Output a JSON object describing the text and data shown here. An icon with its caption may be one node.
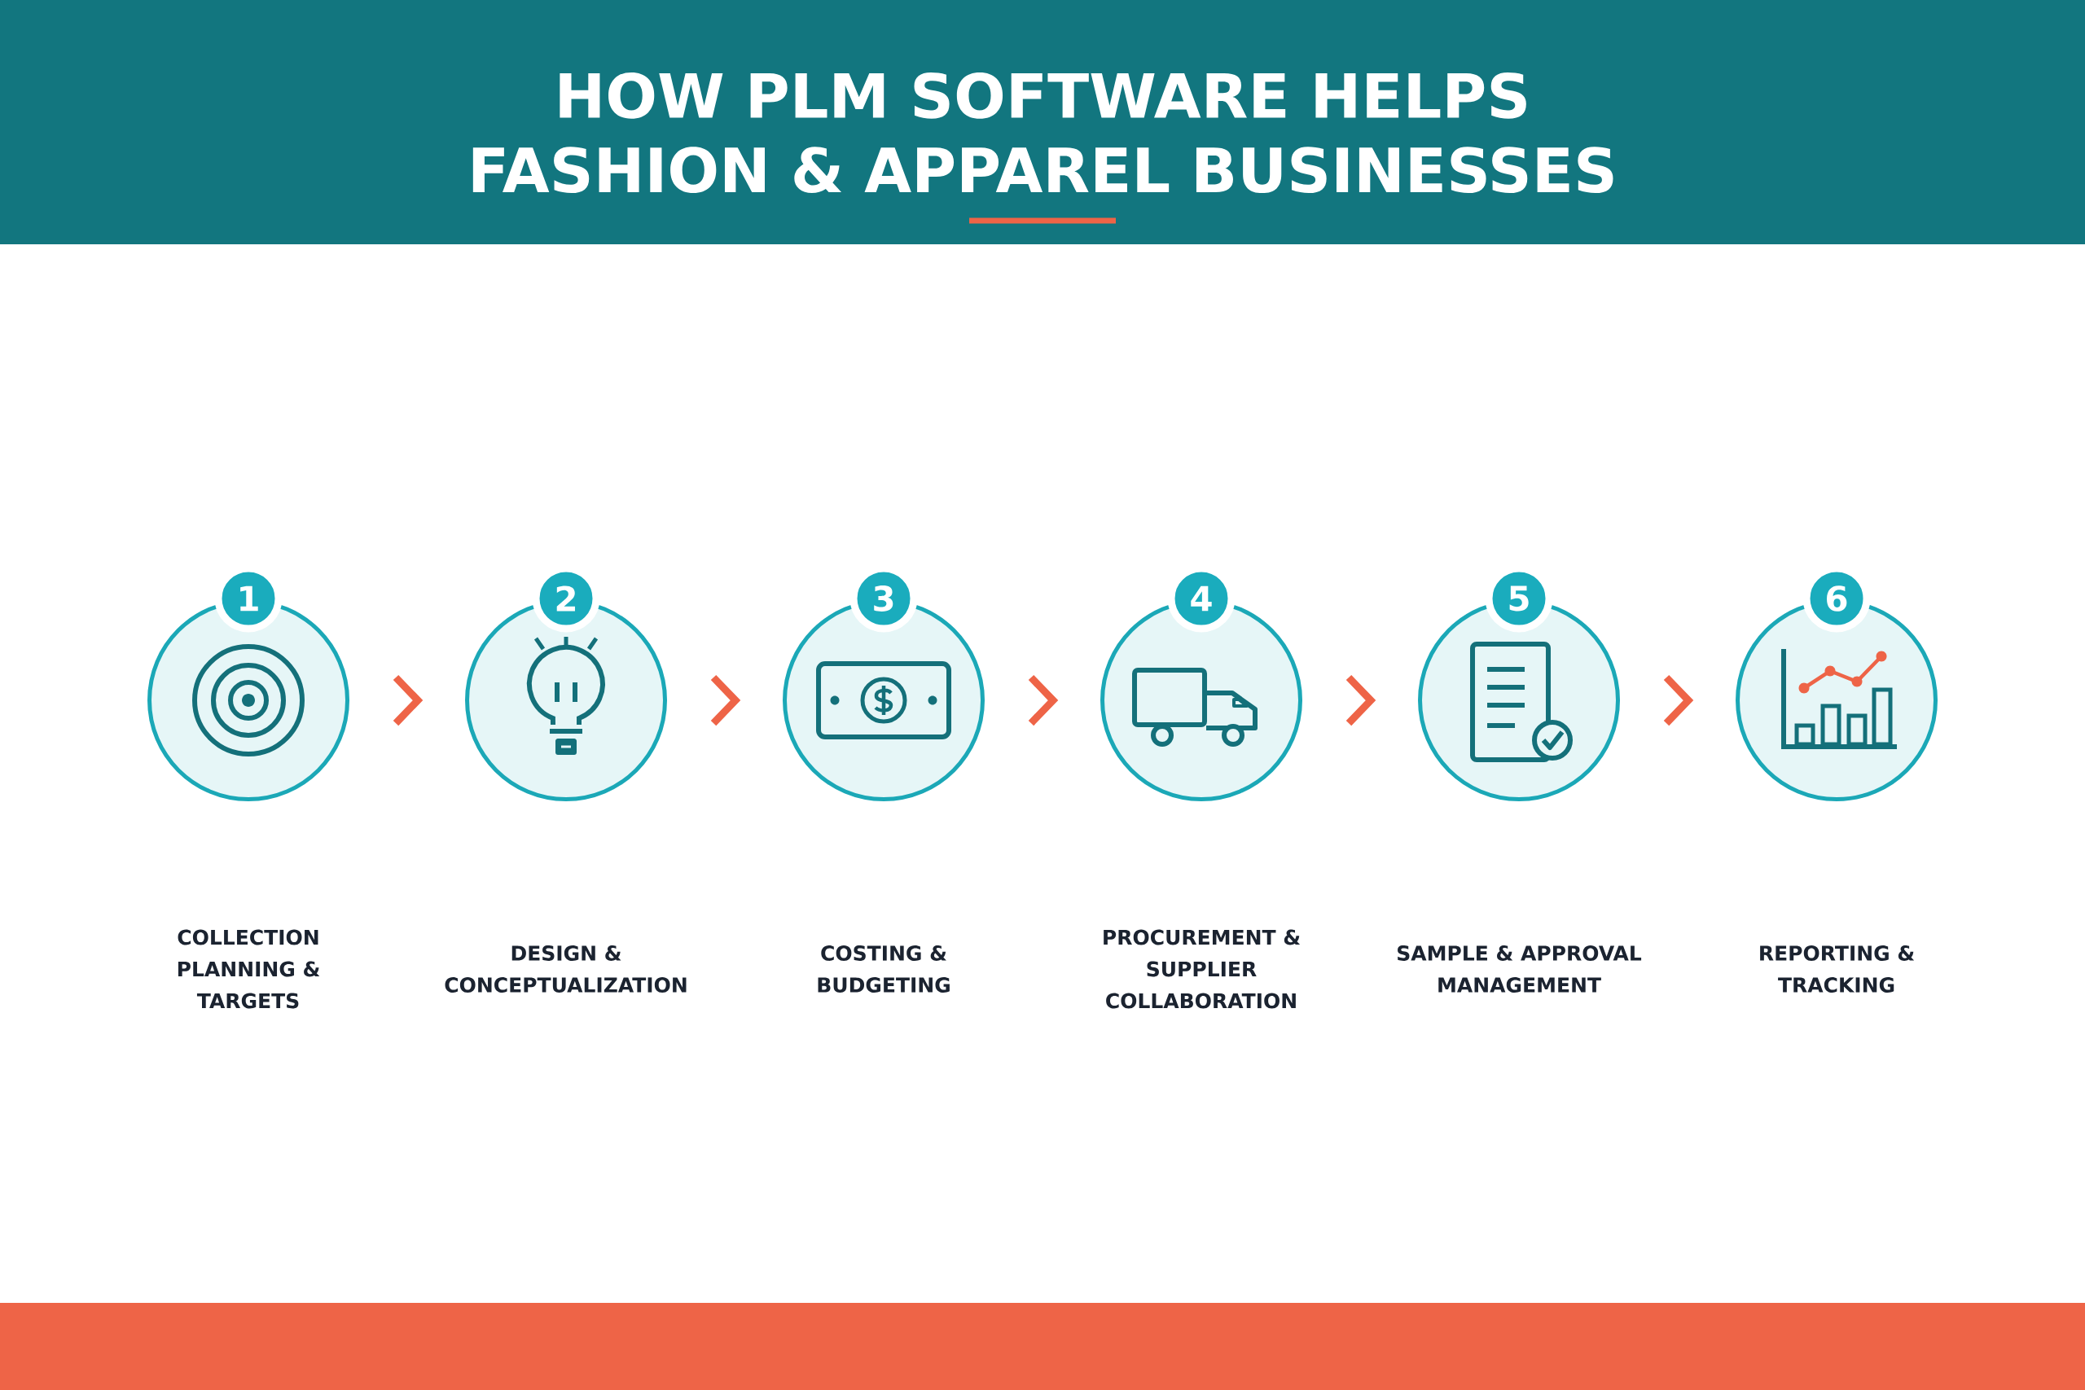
{
  "diagram": {
    "title": "HOW PLM SOFTWARE HELPS FASHION & APPAREL BUSINESSES",
    "nodes": [
      {
        "text": [
          "1"
        ]
      },
      {
        "text": [
          "2"
        ]
      },
      {
        "text": [
          "3"
        ]
      },
      {
        "text": [
          "4"
        ]
      },
      {
        "text": [
          "5"
        ]
      },
      {
        "text": [
          "6"
        ]
      }
    ],
    "edges": [
      {
        "from": 0,
        "to": 1,
        "arrow": "to"
      },
      {
        "from": 1,
        "to": 2,
        "arrow": "to"
      },
      {
        "from": 2,
        "to": 3,
        "arrow": "to"
      },
      {
        "from": 3,
        "to": 4,
        "arrow": "to"
      },
      {
        "from": 4,
        "to": 5,
        "arrow": "to"
      }
    ],
    "labels": [
      "COLLECTION PLANNING & TARGETS",
      "DESIGN & CONCEPTUALIZATION",
      "COSTING & BUDGETING",
      "PROCUREMENT & SUPPLIER COLLABORATION",
      "SAMPLE & APPROVAL MANAGEMENT",
      "REPORTING & TRACKING"
    ]
  }
}
